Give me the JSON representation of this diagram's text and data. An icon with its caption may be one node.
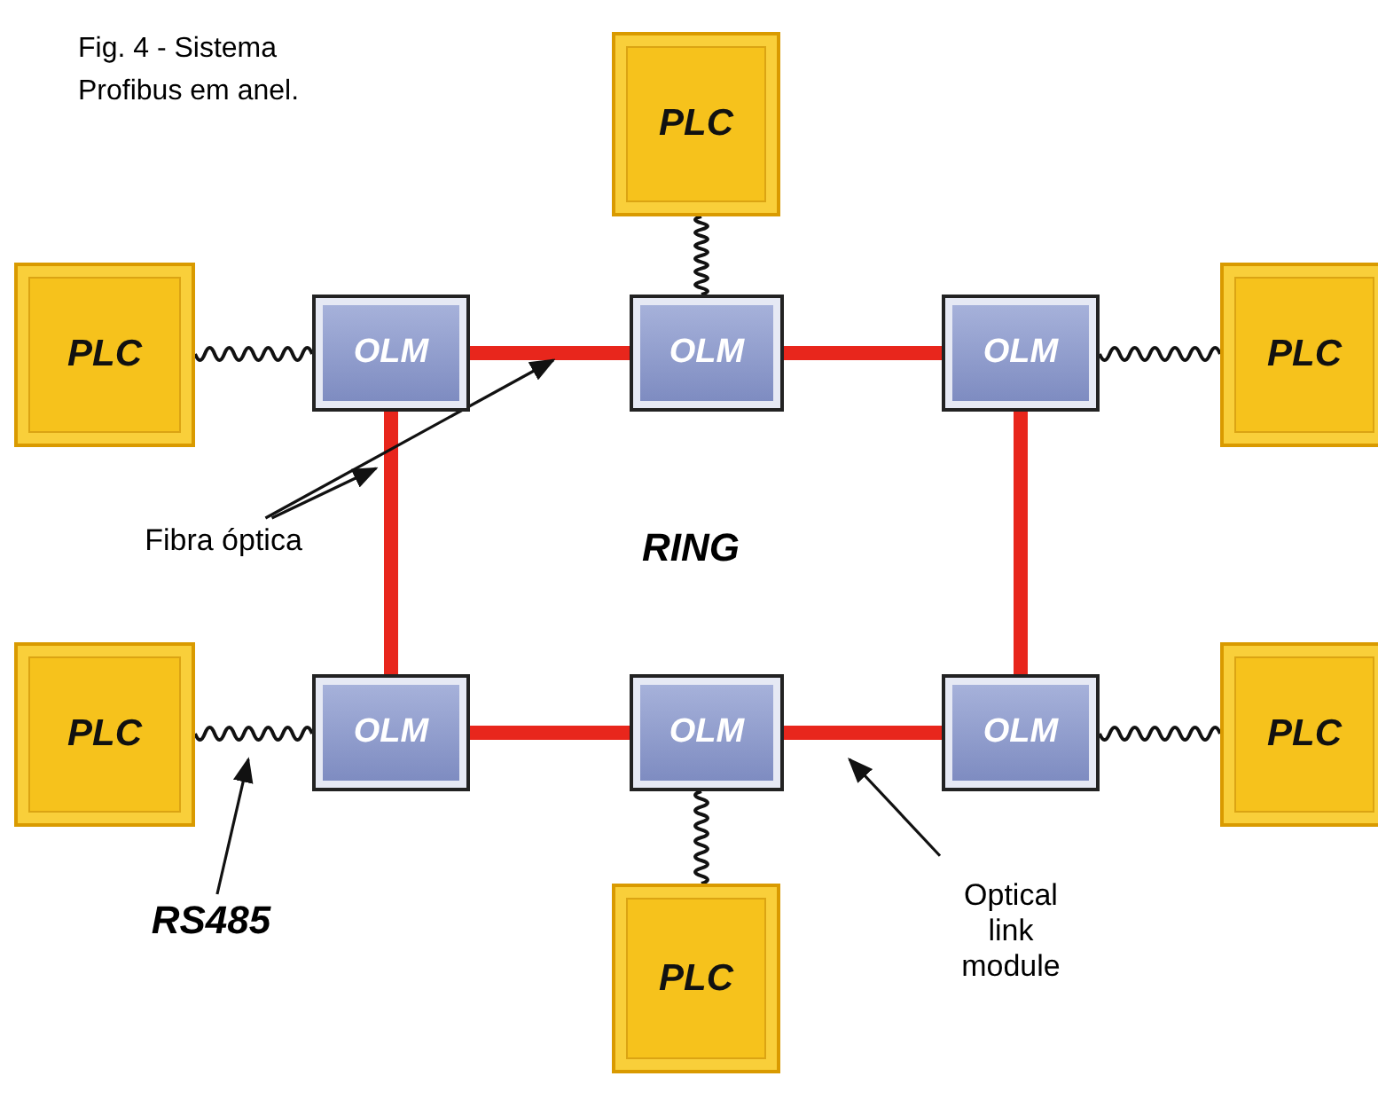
{
  "diagram": {
    "title": "Fig. 4 - Sistema Profibus em anel.",
    "nodes": [
      {
        "text": [
          "PLC"
        ]
      },
      {
        "text": [
          "PLC"
        ]
      },
      {
        "text": [
          "OLM"
        ]
      },
      {
        "text": [
          "OLM"
        ]
      },
      {
        "text": [
          "OLM"
        ]
      },
      {
        "text": [
          "PLC"
        ]
      },
      {
        "text": [
          "PLC"
        ]
      },
      {
        "text": [
          "OLM"
        ]
      },
      {
        "text": [
          "OLM"
        ]
      },
      {
        "text": [
          "OLM"
        ]
      },
      {
        "text": [
          "PLC"
        ]
      },
      {
        "text": [
          "PLC"
        ]
      },
      {
        "text": [
          "Fibra óptica"
        ]
      },
      {
        "text": [
          "RS485"
        ]
      },
      {
        "text": [
          "Optical link module"
        ]
      }
    ],
    "edges": [
      {
        "from": 1,
        "to": 2,
        "arrow": "none"
      },
      {
        "from": 0,
        "to": 3,
        "arrow": "none"
      },
      {
        "from": 4,
        "to": 5,
        "arrow": "none"
      },
      {
        "from": 2,
        "to": 3,
        "arrow": "none",
        "style": "thick",
        "color": "#e8261c"
      },
      {
        "from": 3,
        "to": 4,
        "arrow": "none",
        "style": "thick",
        "color": "#e8261c"
      },
      {
        "from": 2,
        "to": 7,
        "arrow": "none",
        "style": "thick",
        "color": "#e8261c"
      },
      {
        "from": 4,
        "to": 9,
        "arrow": "none",
        "style": "thick",
        "color": "#e8261c"
      },
      {
        "from": 6,
        "to": 7,
        "arrow": "none"
      },
      {
        "from": 7,
        "to": 8,
        "arrow": "none",
        "style": "thick",
        "color": "#e8261c"
      },
      {
        "from": 8,
        "to": 9,
        "arrow": "none",
        "style": "thick",
        "color": "#e8261c"
      },
      {
        "from": 9,
        "to": 10,
        "arrow": "none"
      },
      {
        "from": 8,
        "to": 11,
        "arrow": "none"
      },
      {
        "from": 12,
        "to": null,
        "arrow": "to"
      },
      {
        "from": 12,
        "to": null,
        "arrow": "to"
      },
      {
        "from": 13,
        "to": null,
        "arrow": "to"
      },
      {
        "from": 14,
        "to": null,
        "arrow": "to"
      }
    ],
    "labels": [
      "RING"
    ]
  }
}
